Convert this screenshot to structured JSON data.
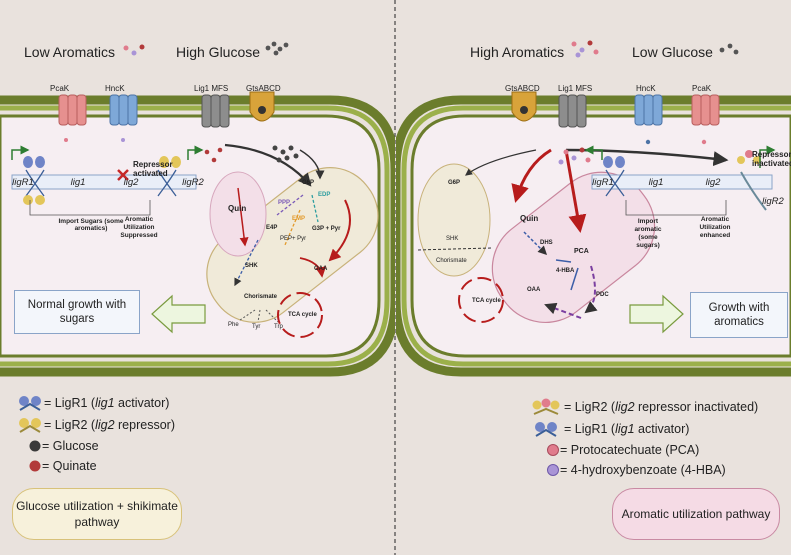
{
  "left": {
    "header_aromatics": "Low Aromatics",
    "header_glucose": "High Glucose",
    "transporters": [
      "PcaK",
      "HncK",
      "Lig1 MFS",
      "GtsABCD"
    ],
    "repressor_status": "Repressor activated",
    "genes": [
      "ligR1",
      "lig1",
      "lig2",
      "ligR2"
    ],
    "gene_note_1": "Import Sugars (some aromatics)",
    "gene_note_2": "Aromatic Utilization Suppressed",
    "metabolites": [
      "Quin",
      "G6P",
      "PPP",
      "EDP",
      "EMP",
      "E4P",
      "PEP+ Pyr",
      "G3P + Pyr",
      "SHK",
      "Chorismate",
      "Phe",
      "Tyr",
      "Trp",
      "OAA",
      "TCA cycle"
    ],
    "outcome": "Normal growth with sugars",
    "legend": [
      {
        "prefix": "= LigR1 (",
        "italic": "lig1",
        "suffix": " activator)"
      },
      {
        "prefix": "= LigR2 (",
        "italic": "lig2",
        "suffix": " repressor)"
      },
      {
        "prefix": "= Glucose",
        "italic": "",
        "suffix": ""
      },
      {
        "prefix": "= Quinate",
        "italic": "",
        "suffix": ""
      }
    ],
    "pathway_title": "Glucose utilization + shikimate pathway"
  },
  "right": {
    "header_aromatics": "High Aromatics",
    "header_glucose": "Low Glucose",
    "transporters": [
      "GtsABCD",
      "Lig1 MFS",
      "HncK",
      "PcaK"
    ],
    "repressor_status": "Repressor inactivated",
    "genes": [
      "ligR1",
      "lig1",
      "lig2",
      "ligR2"
    ],
    "gene_note_1": "Import aromatic (some sugars)",
    "gene_note_2": "Aromatic Utilization enhanced",
    "metabolites": [
      "Quin",
      "DHS",
      "PCA",
      "4-HBA",
      "OAA",
      "PDC",
      "TCA cycle",
      "G6P",
      "SHK",
      "Chorismate"
    ],
    "outcome": "Growth with aromatics",
    "legend": [
      {
        "prefix": "= LigR2 (",
        "italic": "lig2",
        "suffix": " repressor inactivated)"
      },
      {
        "prefix": "= LigR1 (",
        "italic": "lig1",
        "suffix": " activator)"
      },
      {
        "prefix": "= Protocatechuate (PCA)",
        "italic": "",
        "suffix": ""
      },
      {
        "prefix": "= 4-hydroxybenzoate (4-HBA)",
        "italic": "",
        "suffix": ""
      }
    ],
    "pathway_title": "Aromatic utilization pathway"
  },
  "colors": {
    "membrane": "#6b7d2c",
    "membrane_light": "#9bb04a",
    "cytoplasm": "#f6eef2",
    "pathway_left": "#f0ead9",
    "pathway_right": "#f3dfe8",
    "glucose": "#3a3a3a",
    "quinate": "#b23a3a",
    "pca": "#e07b8c",
    "hba": "#a994d6",
    "arrow_red": "#b71c1c"
  },
  "icons": [
    "transporter-icon",
    "dna-icon",
    "ligR1-protein-icon",
    "ligR2-protein-icon",
    "cross-icon"
  ]
}
